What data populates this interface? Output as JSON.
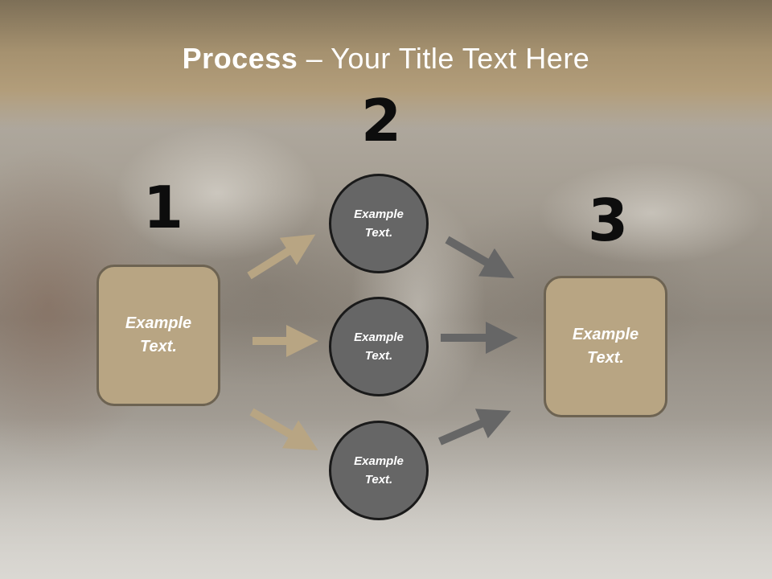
{
  "title": {
    "bold": "Process",
    "rest": " – Your Title Text Here"
  },
  "steps": [
    {
      "number": "1",
      "text": "Example\nText."
    },
    {
      "number": "2",
      "items": [
        "Example\nText.",
        "Example\nText.",
        "Example\nText."
      ]
    },
    {
      "number": "3",
      "text": "Example\nText."
    }
  ],
  "colors": {
    "box_fill": "#b8a583",
    "circle_fill": "#666666",
    "arrow_in": "#b8a583",
    "arrow_out": "#666666"
  }
}
